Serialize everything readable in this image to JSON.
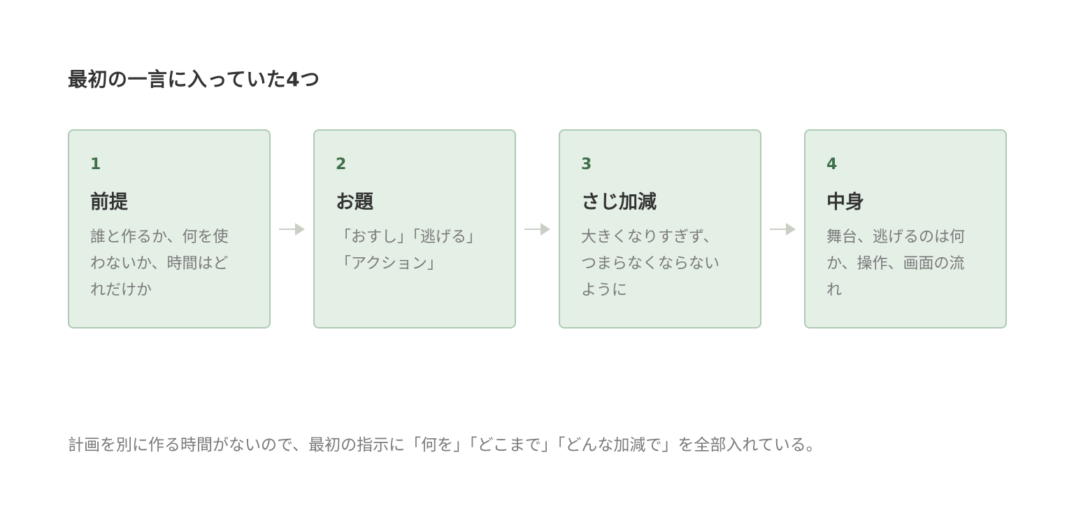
{
  "title": "最初の一言に入っていた4つ",
  "steps": [
    {
      "number": "1",
      "title": "前提",
      "description": "誰と作るか、何を使\nわないか、時間はど\nれだけか"
    },
    {
      "number": "2",
      "title": "お題",
      "description": "「おすし」「逃げる」\n「アクション」"
    },
    {
      "number": "3",
      "title": "さじ加減",
      "description": "大きくなりすぎず、\nつまらなくならない\nように"
    },
    {
      "number": "4",
      "title": "中身",
      "description": "舞台、逃げるのは何\nか、操作、画面の流\nれ"
    }
  ],
  "caption": "計画を別に作る時間がないので、最初の指示に「何を」「どこまで」「どんな加減で」を全部入れている。",
  "colors": {
    "card_bg": "#e4efe6",
    "card_border": "#aecbb3",
    "number": "#3f7049",
    "arrow": "#c9cfc5"
  },
  "icons": {
    "connector": "arrow-right-icon"
  }
}
